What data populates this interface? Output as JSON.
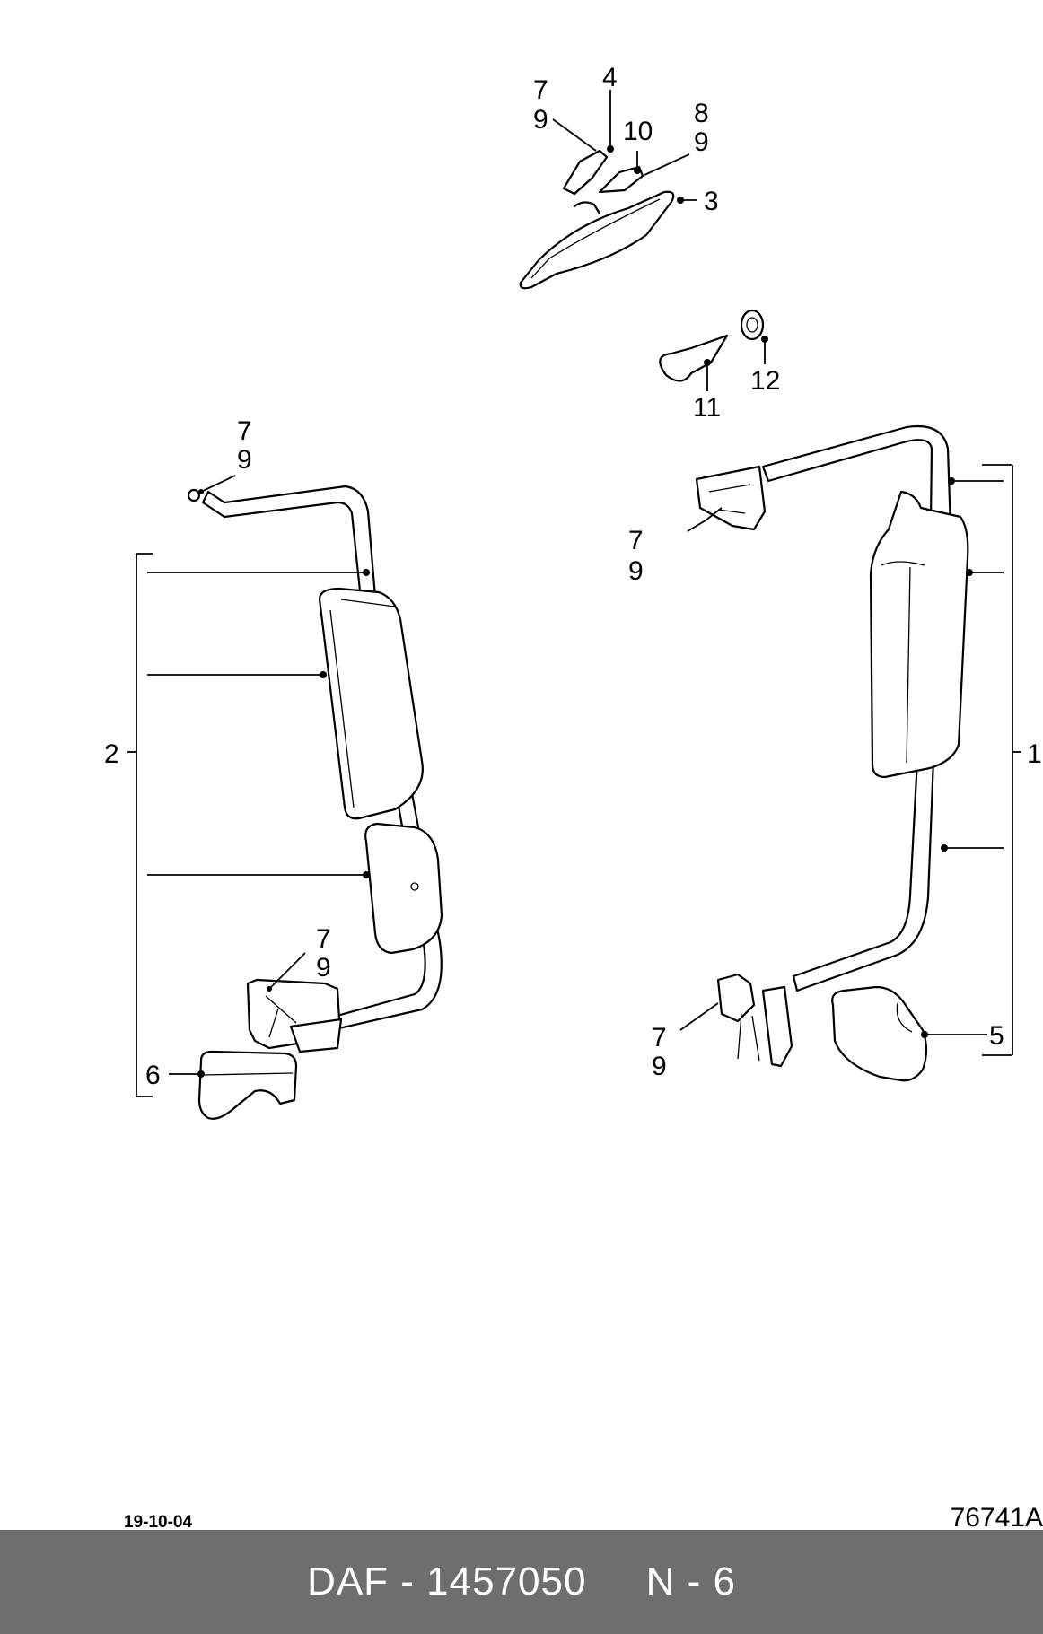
{
  "callouts": {
    "c1": "1",
    "c2": "2",
    "c3": "3",
    "c4": "4",
    "c5": "5",
    "c6": "6",
    "c7": "7",
    "c8": "8",
    "c9": "9",
    "c10": "10",
    "c11": "11",
    "c12": "12"
  },
  "footer": {
    "date": "19-10-04",
    "drawing_code": "76741A",
    "part_info": "DAF - 1457050     N - 6"
  }
}
